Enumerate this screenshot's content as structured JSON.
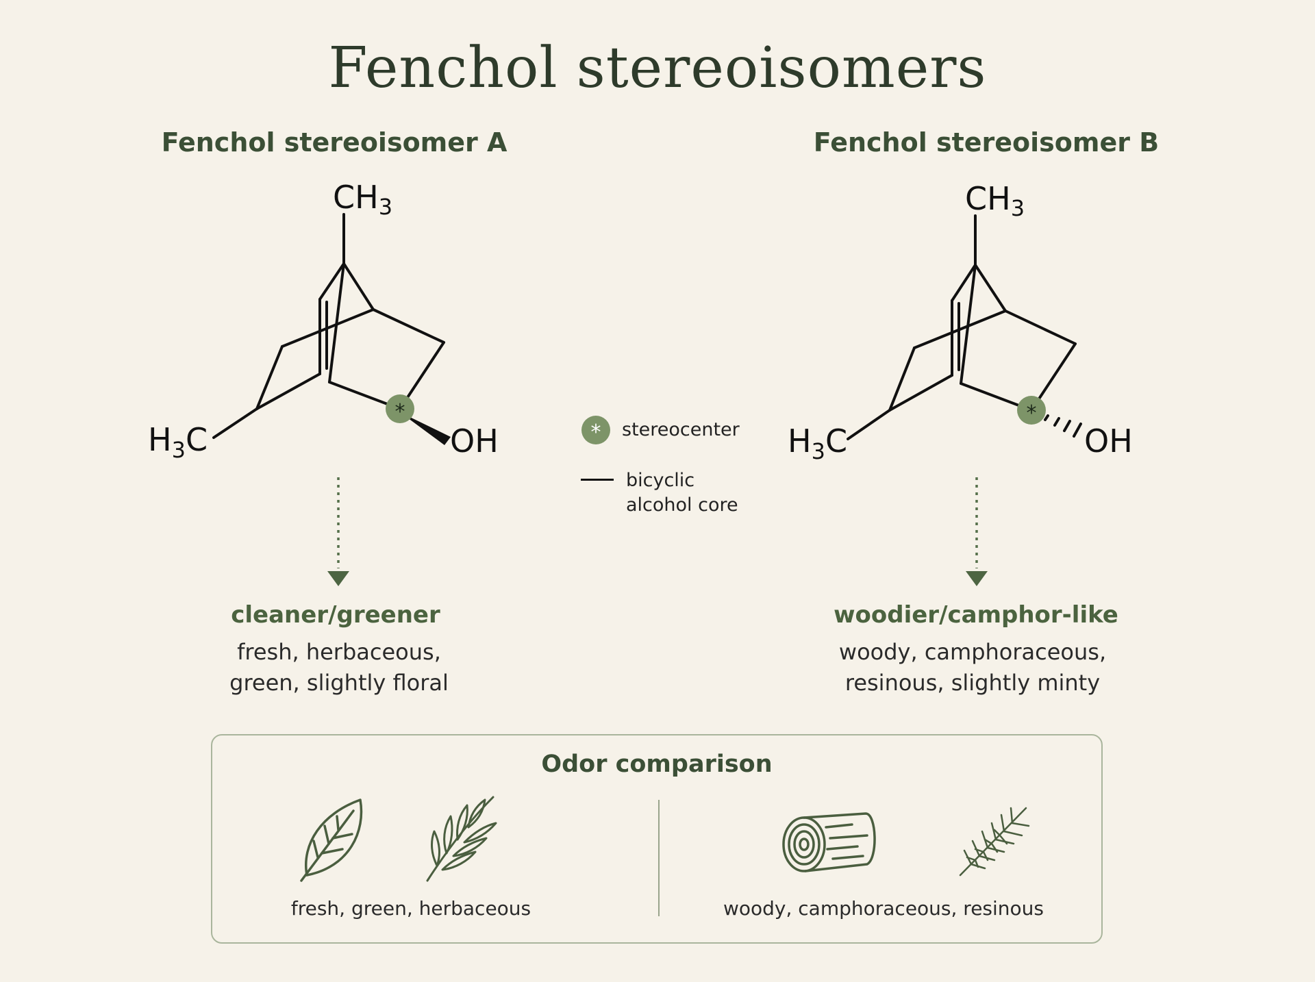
{
  "title": "Fenchol stereoisomers",
  "isomer_a": {
    "heading": "Fenchol stereoisomer A",
    "label_ch3_main": "CH",
    "label_ch3_sub": "3",
    "label_h3c_pre": "H",
    "label_h3c_sub": "3",
    "label_h3c_post": "C",
    "label_oh": "OH",
    "stereo_mark": "*",
    "odor_title": "cleaner/greener",
    "odor_line1": "fresh, herbaceous,",
    "odor_line2": "green, slightly floral"
  },
  "isomer_b": {
    "heading": "Fenchol stereoisomer B",
    "label_ch3_main": "CH",
    "label_ch3_sub": "3",
    "label_h3c_pre": "H",
    "label_h3c_sub": "3",
    "label_h3c_post": "C",
    "label_oh": "OH",
    "stereo_mark": "*",
    "odor_title": "woodier/camphor-like",
    "odor_line1": "woody, camphoraceous,",
    "odor_line2": "resinous, slightly minty"
  },
  "legend": {
    "stereocenter_mark": "*",
    "stereocenter_label": "stereocenter",
    "core_line1": "bicyclic",
    "core_line2": "alcohol core"
  },
  "odor_comparison": {
    "title": "Odor comparison",
    "left_caption": "fresh, green, herbaceous",
    "right_caption": "woody, camphoraceous, resinous",
    "left_icons": [
      "leaf-icon",
      "herb-sprig-icon"
    ],
    "right_icons": [
      "wood-log-icon",
      "pine-branch-icon"
    ]
  },
  "colors": {
    "background": "#f6f2e9",
    "accent_green": "#7d9468",
    "title_green": "#2e3b2b",
    "heading_green": "#3b4f36",
    "icon_green": "#4a5e3f"
  }
}
